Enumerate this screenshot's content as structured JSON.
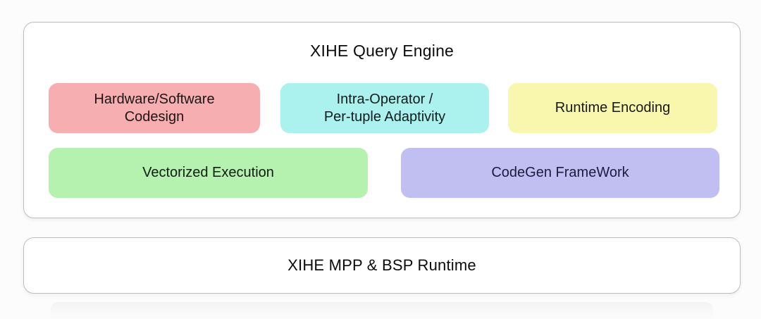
{
  "page": {
    "background": "#fcfcfc"
  },
  "query_engine": {
    "title": "XIHE Query Engine",
    "blocks": [
      {
        "name": "hardware-software-codesign",
        "label": "Hardware/Software\nCodesign",
        "fill": "#f7aeb0",
        "text_color": "#1d1414"
      },
      {
        "name": "intra-operator-adaptivity",
        "label": "Intra-Operator /\nPer-tuple Adaptivity",
        "fill": "#abf1ee",
        "text_color": "#0f1b1d"
      },
      {
        "name": "runtime-encoding",
        "label": "Runtime Encoding",
        "fill": "#f8f7ad",
        "text_color": "#191910"
      },
      {
        "name": "vectorized-execution",
        "label": "Vectorized Execution",
        "fill": "#b6f2af",
        "text_color": "#0f1c0f"
      },
      {
        "name": "codegen-framework",
        "label": "CodeGen FrameWork",
        "fill": "#c1bff2",
        "text_color": "#1b1b3e"
      }
    ]
  },
  "runtime_layer": {
    "label": "XIHE MPP & BSP Runtime"
  }
}
